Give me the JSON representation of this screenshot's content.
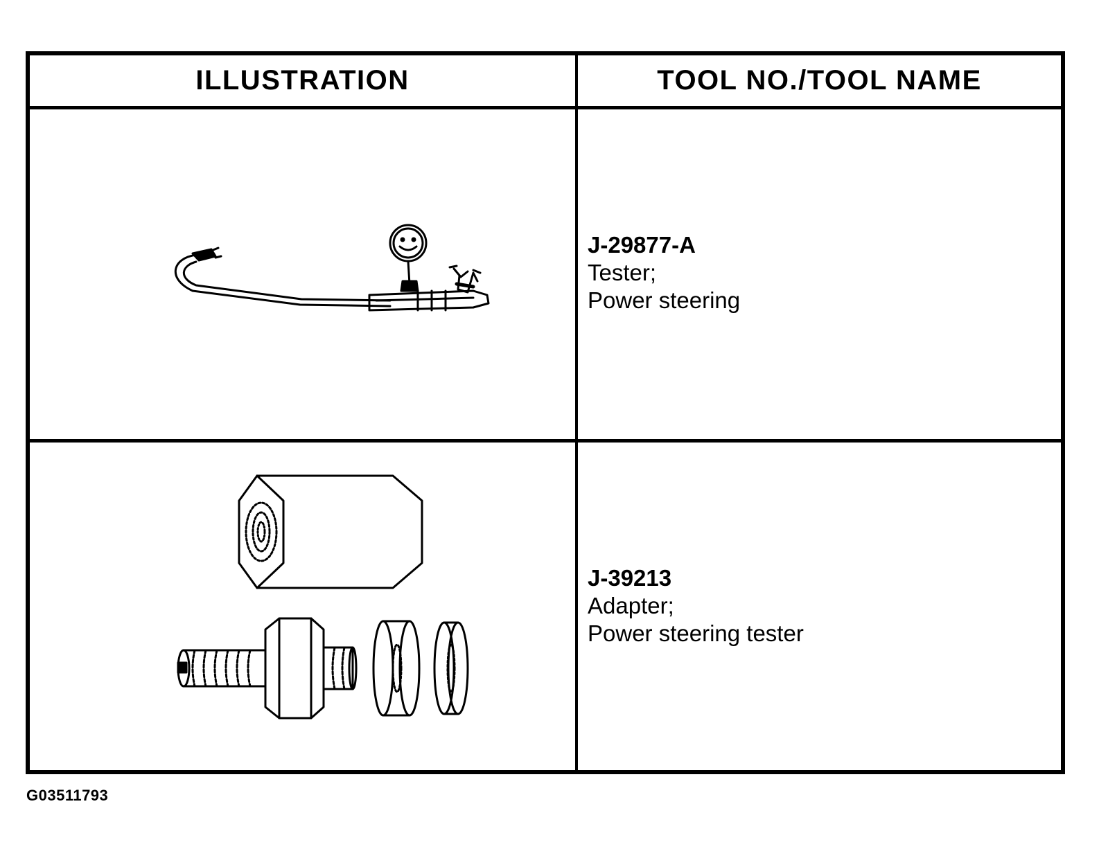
{
  "table": {
    "headers": {
      "illustration": "ILLUSTRATION",
      "tool": "TOOL NO./TOOL NAME"
    },
    "rows": [
      {
        "tool_no": "J-29877-A",
        "name_line1": "Tester;",
        "name_line2": "Power steering",
        "illustration_icon": "power-steering-tester-icon"
      },
      {
        "tool_no": "J-39213",
        "name_line1": "Adapter;",
        "name_line2": "Power steering tester",
        "illustration_icon": "adapter-fittings-icon"
      }
    ]
  },
  "figure_id": "G03511793",
  "colors": {
    "ink": "#000000",
    "paper": "#ffffff"
  }
}
